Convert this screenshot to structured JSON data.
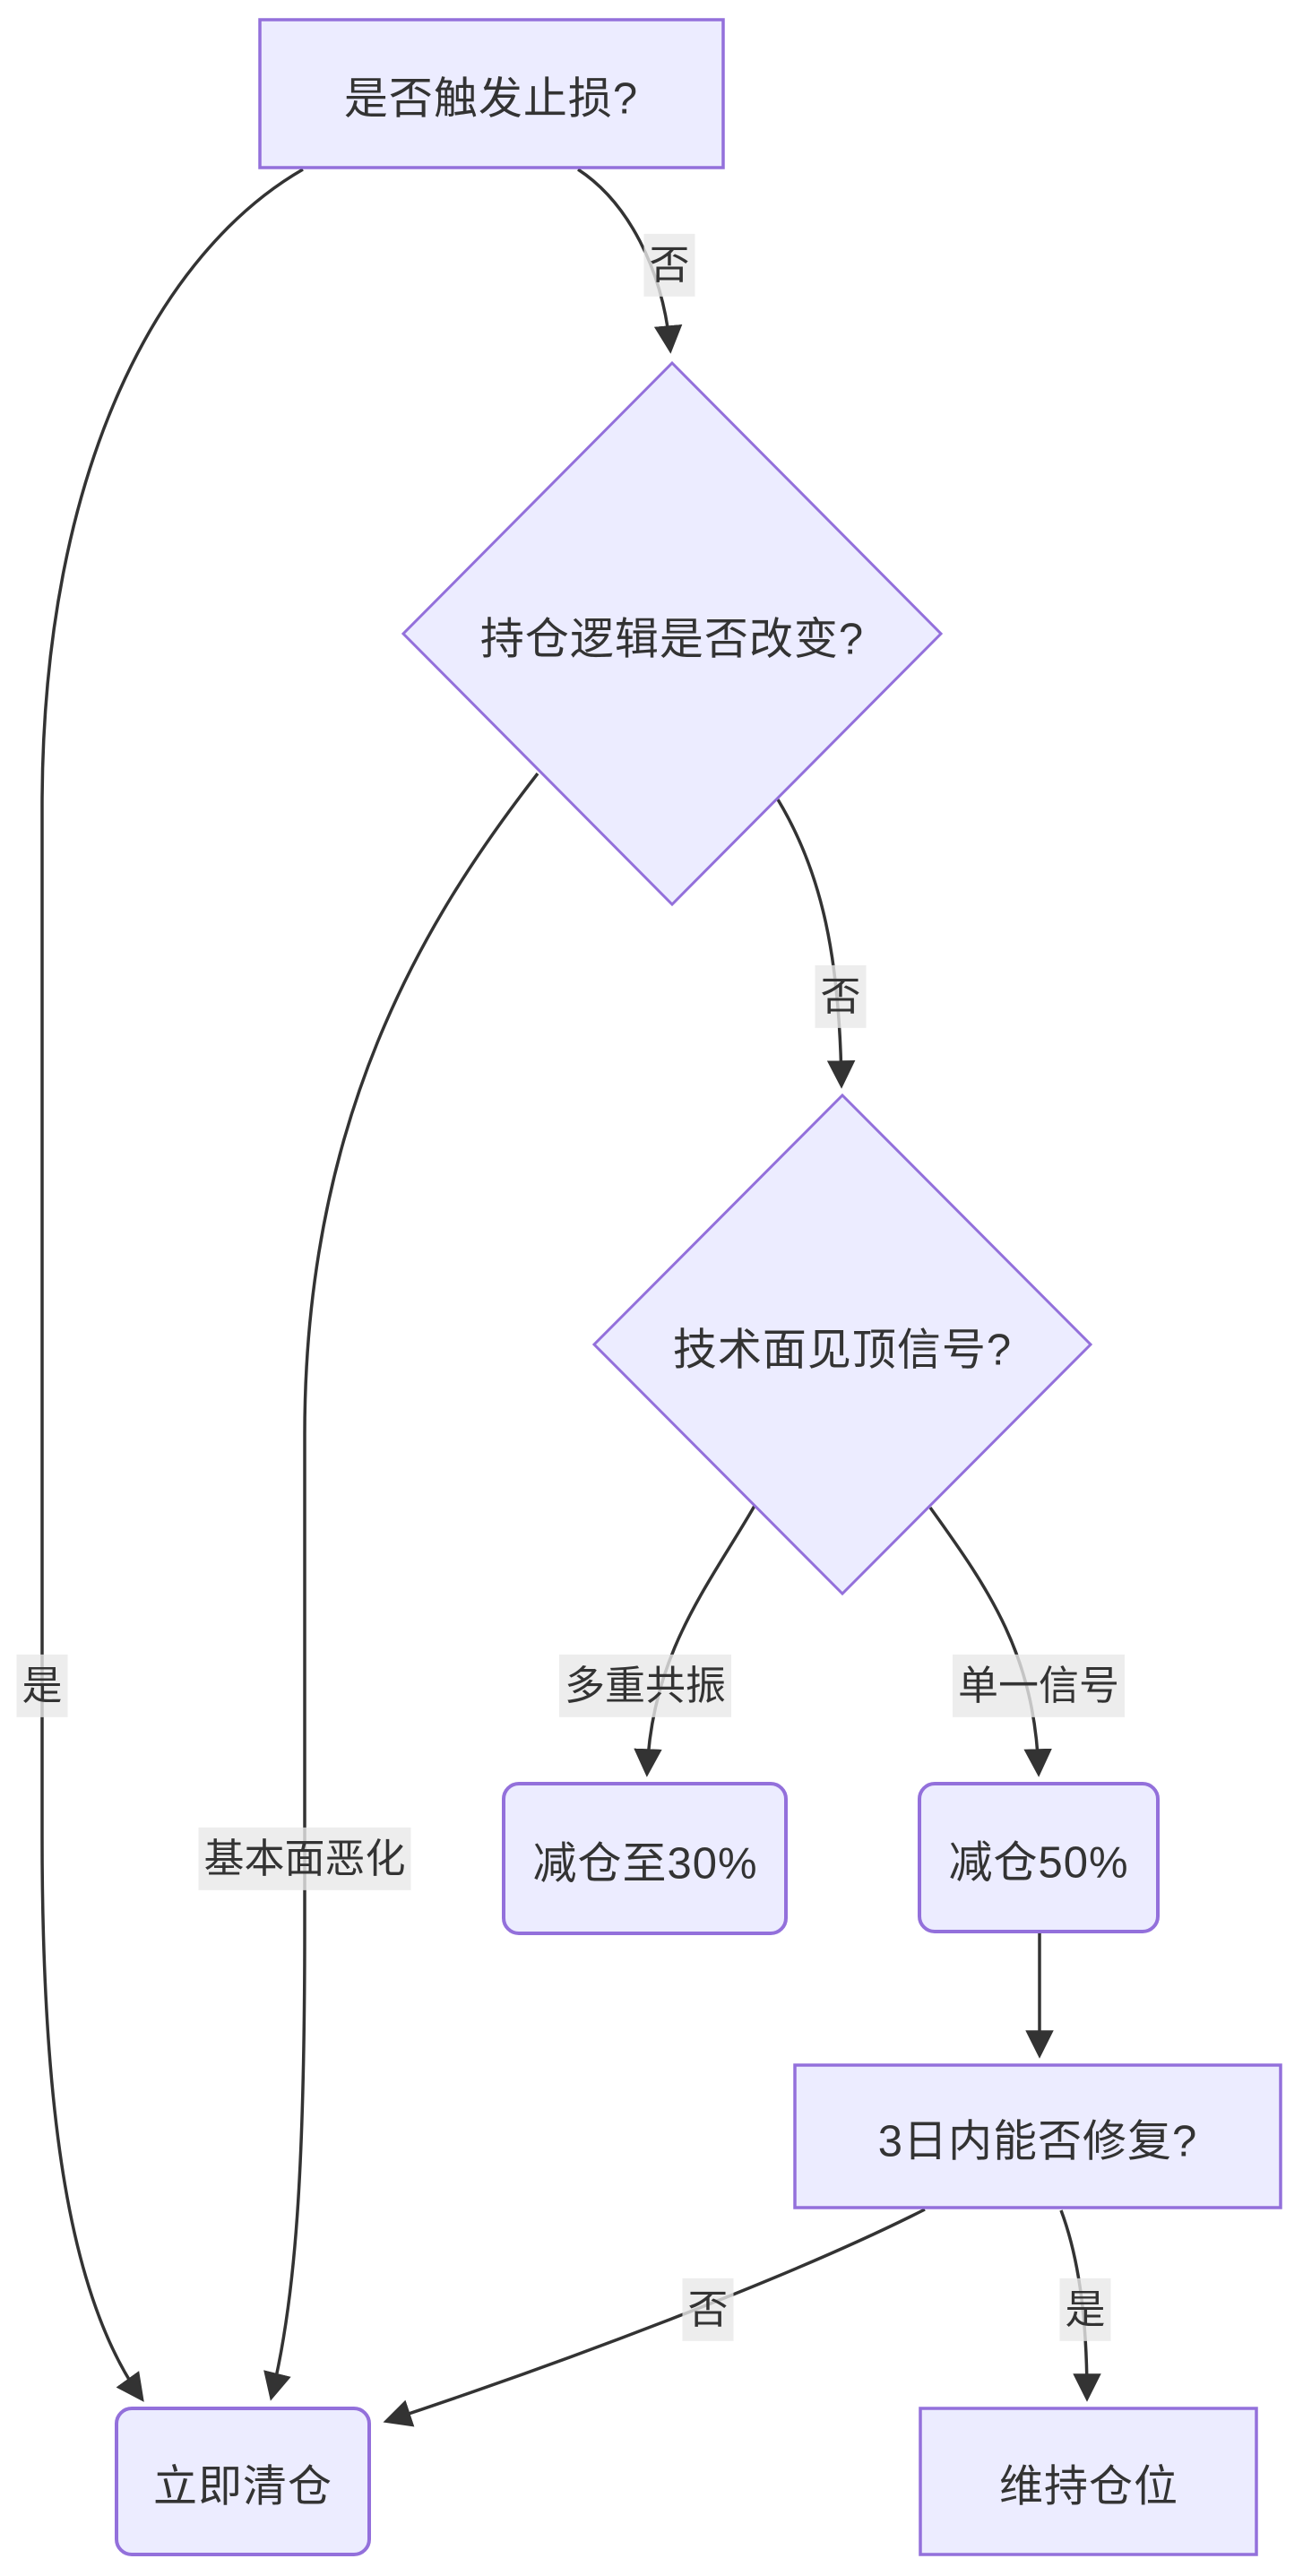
{
  "colors": {
    "node_fill": "#ECECFF",
    "node_border": "#9370DB",
    "edge_line": "#333333",
    "edge_label_bg": "#e8e8e8",
    "text": "#333333",
    "background": "#ffffff"
  },
  "nodes": [
    {
      "id": "stop-loss",
      "shape": "rect",
      "label": "是否触发止损?"
    },
    {
      "id": "logic-change",
      "shape": "diamond",
      "label": "持仓逻辑是否改变?"
    },
    {
      "id": "tech-signal",
      "shape": "diamond",
      "label": "技术面见顶信号?"
    },
    {
      "id": "reduce-30",
      "shape": "rounded",
      "label": "减仓至30%"
    },
    {
      "id": "reduce-50",
      "shape": "rounded",
      "label": "减仓50%"
    },
    {
      "id": "repair-3d",
      "shape": "rect",
      "label": "3日内能否修复?"
    },
    {
      "id": "liquidate",
      "shape": "rounded",
      "label": "立即清仓"
    },
    {
      "id": "maintain",
      "shape": "rect",
      "label": "维持仓位"
    }
  ],
  "edges": [
    {
      "from": "stop-loss",
      "to": "liquidate",
      "label": "是"
    },
    {
      "from": "stop-loss",
      "to": "logic-change",
      "label": "否"
    },
    {
      "from": "logic-change",
      "to": "tech-signal",
      "label": "否"
    },
    {
      "from": "logic-change",
      "to": "liquidate",
      "label": "基本面恶化"
    },
    {
      "from": "tech-signal",
      "to": "reduce-30",
      "label": "多重共振"
    },
    {
      "from": "tech-signal",
      "to": "reduce-50",
      "label": "单一信号"
    },
    {
      "from": "reduce-50",
      "to": "repair-3d",
      "label": ""
    },
    {
      "from": "repair-3d",
      "to": "liquidate",
      "label": "否"
    },
    {
      "from": "repair-3d",
      "to": "maintain",
      "label": "是"
    }
  ]
}
